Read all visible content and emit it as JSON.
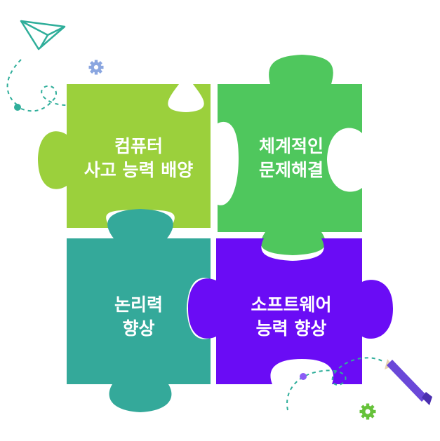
{
  "pieces": [
    {
      "id": "green-light",
      "color": "#9bd03c",
      "lines": [
        "컴퓨터",
        "사고 능력 배양"
      ]
    },
    {
      "id": "green",
      "color": "#4fc75d",
      "lines": [
        "체계적인",
        "문제해결"
      ]
    },
    {
      "id": "teal",
      "color": "#34a99a",
      "lines": [
        "논리력",
        "향상"
      ]
    },
    {
      "id": "purple",
      "color": "#6a0cf5",
      "lines": [
        "소프트웨어",
        "능력 향상"
      ]
    }
  ],
  "decorations": {
    "plane_color": "#2fae9a",
    "dash_color": "#2fae9a",
    "gear_top_color": "#8aa6e0",
    "gear_bottom_color": "#66c23a",
    "pencil_color": "#6a48d8",
    "dot_color": "#8b5cf6"
  }
}
